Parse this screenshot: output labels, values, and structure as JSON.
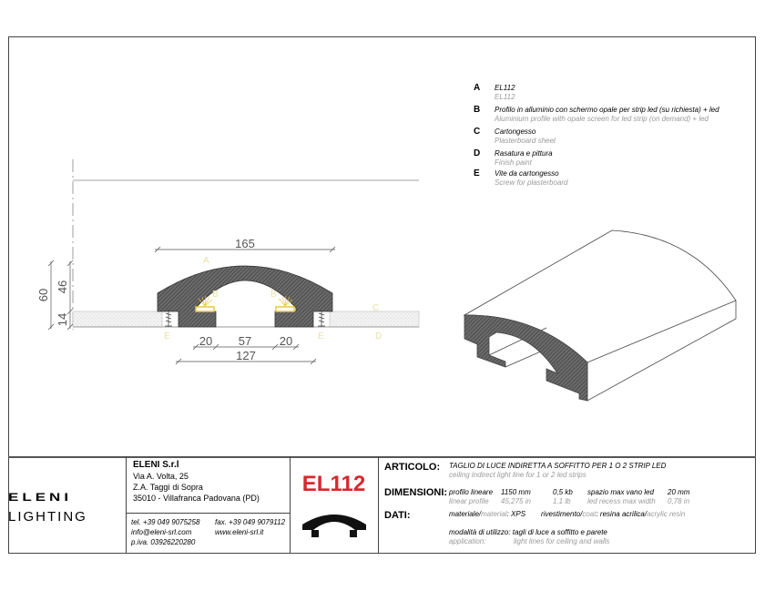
{
  "legend": [
    {
      "key": "A",
      "it": "EL112",
      "en": "EL112"
    },
    {
      "key": "B",
      "it": "Profilo in alluminio con schermo opale per strip led (su richiesta) + led",
      "en": "Aluminium profile with opale screen for led strip (on demand) + led"
    },
    {
      "key": "C",
      "it": "Cartongesso",
      "en": "Plasterboard sheet"
    },
    {
      "key": "D",
      "it": "Rasatura e pittura",
      "en": "Finish paint"
    },
    {
      "key": "E",
      "it": "Vite da cartongesso",
      "en": "Screw for plasterboard"
    }
  ],
  "drawing": {
    "dims": {
      "width_top": "165",
      "height_total": "60",
      "height_arch": "46",
      "height_base": "14",
      "leg_left": "20",
      "opening": "57",
      "leg_right": "20",
      "width_base": "127"
    },
    "labels": {
      "a": "A",
      "b": "B",
      "c": "C",
      "d": "D",
      "e": "E"
    },
    "colors": {
      "profile": "#555555",
      "led": "#e8c840",
      "label": "#ece9b8"
    }
  },
  "company": {
    "logo_top": "ELENI",
    "logo_bottom": "LIGHTING",
    "name": "ELENI S.r.l",
    "address1": "Via A. Volta, 25",
    "address2": "Z.A. Taggì di Sopra",
    "address3": "35010 - Villafranca Padovana (PD)",
    "tel": "tel. +39 049 9075258",
    "fax": "fax. +39 049 9079112",
    "email": "info@eleni-srl.com",
    "web": "www.eleni-srl.it",
    "piva": "p.iva. 03926220280"
  },
  "product_code": "EL112",
  "brand_color": "#d8282e",
  "articolo": {
    "label": "ARTICOLO:",
    "it": "TAGLIO DI LUCE INDIRETTA A SOFFITTO PER 1 O 2 STRIP LED",
    "en": "ceiling indirect light line for 1 or 2 led strips"
  },
  "dimensioni": {
    "label": "DIMENSIONI:",
    "it": [
      "profilo lineare",
      "1150 mm",
      "0,5 kb",
      "spazio max vano led",
      "20 mm"
    ],
    "en": [
      "linear profile",
      "45,275 in",
      "1.1 lb",
      "led recess max width",
      "0,78 in"
    ]
  },
  "dati": {
    "label": "DATI:",
    "mat_it": "materiale/",
    "mat_en": "material",
    "mat_val": ": XPS",
    "coat_it": "rivestimento/",
    "coat_en": "coat",
    "coat_val": ": resina acrilica/",
    "coat_val_en": "acrylic resin",
    "use_it": "modalità di utilizzo: tagli di luce a soffitto e parete",
    "use_label_en": "application:",
    "use_en": "light lines for ceiling and walls"
  }
}
